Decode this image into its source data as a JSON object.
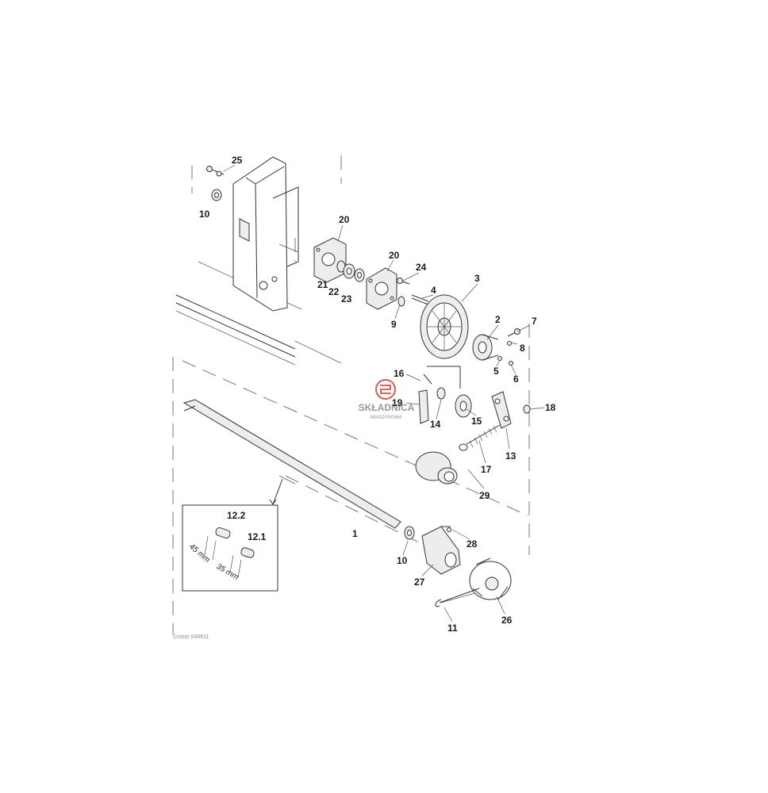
{
  "watermark": {
    "brand": "SKŁADNICA",
    "sub": "MASZYNOWA",
    "accent_color": "#c0392b"
  },
  "callouts": {
    "p1": "1",
    "p2": "2",
    "p3": "3",
    "p4": "4",
    "p5": "5",
    "p6": "6",
    "p7": "7",
    "p8": "8",
    "p9": "9",
    "p10a": "10",
    "p10b": "10",
    "p11": "11",
    "p13": "13",
    "p14": "14",
    "p15": "15",
    "p16": "16",
    "p17": "17",
    "p18": "18",
    "p19": "19",
    "p20a": "20",
    "p20b": "20",
    "p21": "21",
    "p22": "22",
    "p23": "23",
    "p24": "24",
    "p25": "25",
    "p26": "26",
    "p27": "27",
    "p28": "28",
    "p29": "29"
  },
  "inset": {
    "key_a_label": "12.2",
    "key_b_label": "12.1",
    "dim_a": "45 mm",
    "dim_b": "35 mm"
  },
  "figure_code": "Crossr 040611"
}
